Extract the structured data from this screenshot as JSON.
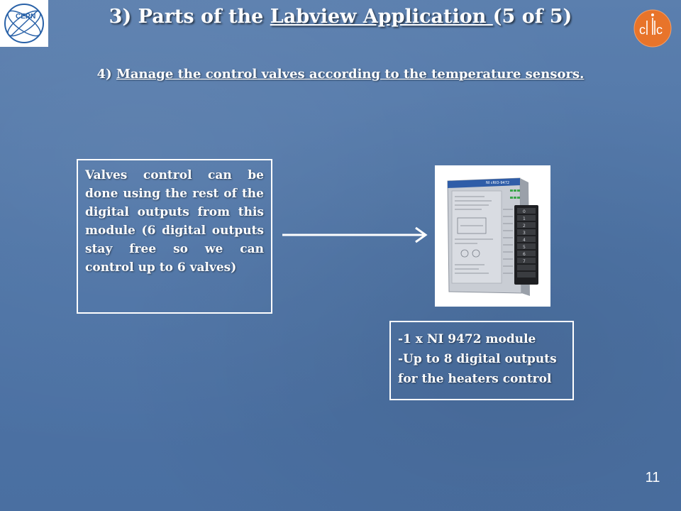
{
  "slide": {
    "title_prefix": "3) Parts of the ",
    "title_link": "Labview Application ",
    "title_suffix": "(5 of 5)",
    "subtitle_prefix": "4) ",
    "subtitle_underlined": "Manage the control valves according to the temperature sensors.",
    "left_text": "Valves control can be done using the rest of the digital outputs from this module (6 digital outputs stay free so we can control up to 6 valves)",
    "right_lines": [
      "-1 x NI 9472 module",
      "-Up to 8 digital outputs",
      "for the heaters control"
    ],
    "page_number": "11"
  },
  "logos": {
    "cern_text": "CERN",
    "clic_text": "CLIC"
  },
  "module": {
    "label": "NI cRIO-9472"
  },
  "colors": {
    "background": "#4e74a6",
    "text": "#ffffff",
    "clic_orange": "#e8742a"
  }
}
